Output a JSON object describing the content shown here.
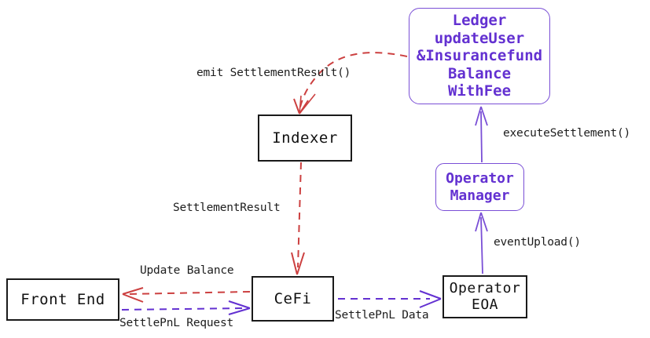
{
  "diagram": {
    "title": "CeFi settlement flow diagram",
    "colors": {
      "purple": "#6331d1",
      "purple_border": "#7a4fd6",
      "red": "#cc4040",
      "black": "#1a1a1a",
      "background": "#ffffff"
    },
    "nodes": [
      {
        "id": "ledger",
        "shape": "rounded-rectangle",
        "style": "purple",
        "lines": [
          "Ledger",
          "updateUser",
          "&Insurancefund",
          "Balance",
          "WithFee"
        ]
      },
      {
        "id": "operator-manager",
        "shape": "rounded-rectangle",
        "style": "purple",
        "lines": [
          "Operator",
          "Manager"
        ]
      },
      {
        "id": "indexer",
        "shape": "rectangle",
        "style": "black",
        "lines": [
          "Indexer"
        ]
      },
      {
        "id": "front-end",
        "shape": "rectangle",
        "style": "black",
        "lines": [
          "Front End"
        ]
      },
      {
        "id": "cefi",
        "shape": "rectangle",
        "style": "black",
        "lines": [
          "CeFi"
        ]
      },
      {
        "id": "operator-eoa",
        "shape": "rectangle",
        "style": "black",
        "lines": [
          "Operator",
          "EOA"
        ]
      }
    ],
    "edges": [
      {
        "id": "emit-settlement-result",
        "label": "emit SettlementResult()",
        "from": "ledger",
        "to": "indexer",
        "color": "#cc4040",
        "dashed": true,
        "curved": true
      },
      {
        "id": "settlement-result",
        "label": "SettlementResult",
        "from": "indexer",
        "to": "cefi",
        "color": "#cc4040",
        "dashed": true,
        "curved": false
      },
      {
        "id": "execute-settlement",
        "label": "executeSettlement()",
        "from": "operator-manager",
        "to": "ledger",
        "color": "#6331d1",
        "dashed": false,
        "curved": false
      },
      {
        "id": "event-upload",
        "label": "eventUpload()",
        "from": "operator-eoa",
        "to": "operator-manager",
        "color": "#6331d1",
        "dashed": false,
        "curved": false
      },
      {
        "id": "update-balance",
        "label": "Update Balance",
        "from": "cefi",
        "to": "front-end",
        "color": "#cc4040",
        "dashed": true,
        "curved": false
      },
      {
        "id": "settle-pnl-request",
        "label": "SettlePnL Request",
        "from": "front-end",
        "to": "cefi",
        "color": "#6331d1",
        "dashed": true,
        "curved": false
      },
      {
        "id": "settle-pnl-data",
        "label": "SettlePnL Data",
        "from": "cefi",
        "to": "operator-eoa",
        "color": "#6331d1",
        "dashed": true,
        "curved": false
      }
    ]
  }
}
